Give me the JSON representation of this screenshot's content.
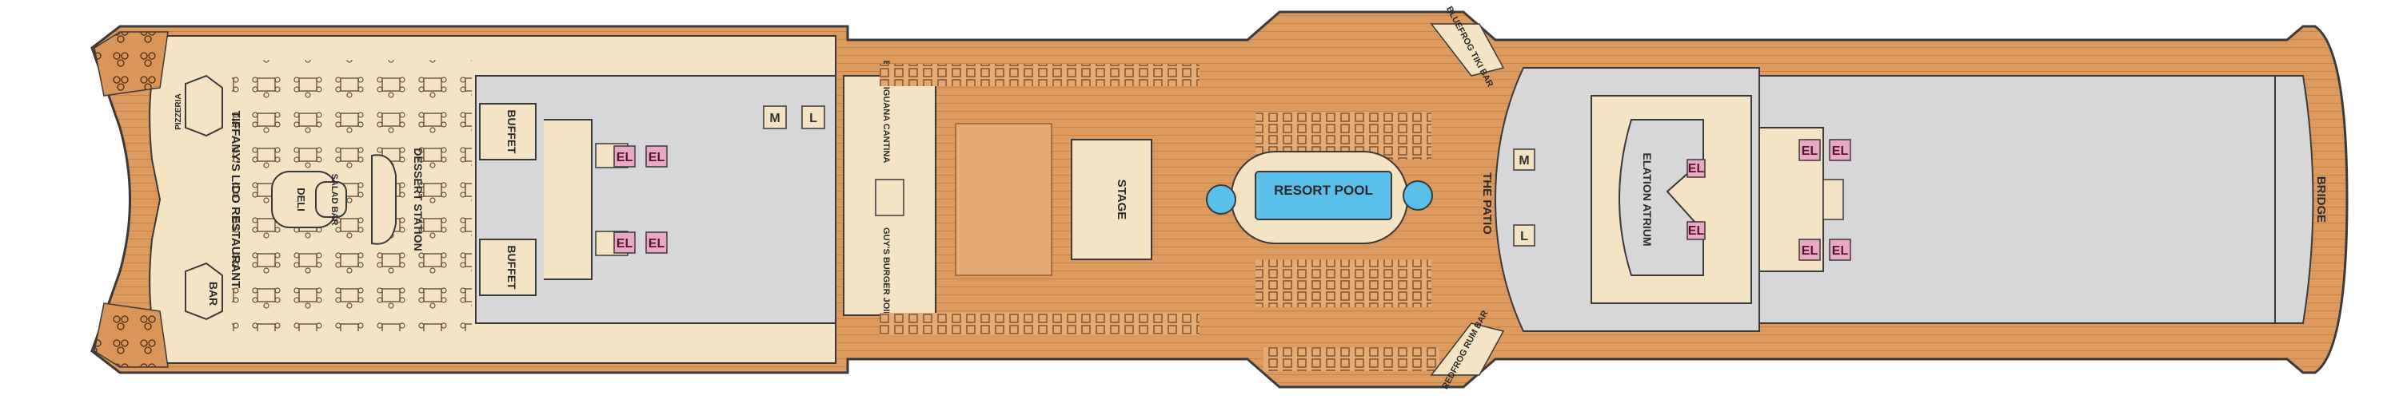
{
  "labels": {
    "pizzeria": "PIZZERIA",
    "bar_aft": "BAR",
    "tiffanys_lido_restaurant": "TIFFANY'S LIDO RESTAURANT",
    "salad_bar": "SALAD BAR",
    "deli": "DELI",
    "dessert_station": "DESSERT STATION",
    "buffet_top": "BUFFET",
    "buffet_bottom": "BUFFET",
    "blue_iguana_cantina": "BLUE IGUANA CANTINA",
    "guys_burger_joint": "GUY'S BURGER JOINT",
    "stage": "STAGE",
    "resort_pool": "RESORT POOL",
    "redfrog_rum_bar": "REDFROG RUM BAR",
    "bluefrog_tiki_bar": "BLUEFROG TIKI BAR",
    "the_patio": "THE PATIO",
    "elation_atrium": "ELATION ATRIUM",
    "bridge": "BRIDGE",
    "elevator": "EL",
    "men": "M",
    "ladies": "L"
  },
  "colors": {
    "teak": "#d9955a",
    "teak_dark": "#b8703a",
    "cream": "#f5e4c3",
    "grey_area": "#d7d7d9",
    "pool_blue": "#5ac0ea",
    "elevator_pink": "#e8a9c4",
    "outline": "#3a3a3a"
  }
}
